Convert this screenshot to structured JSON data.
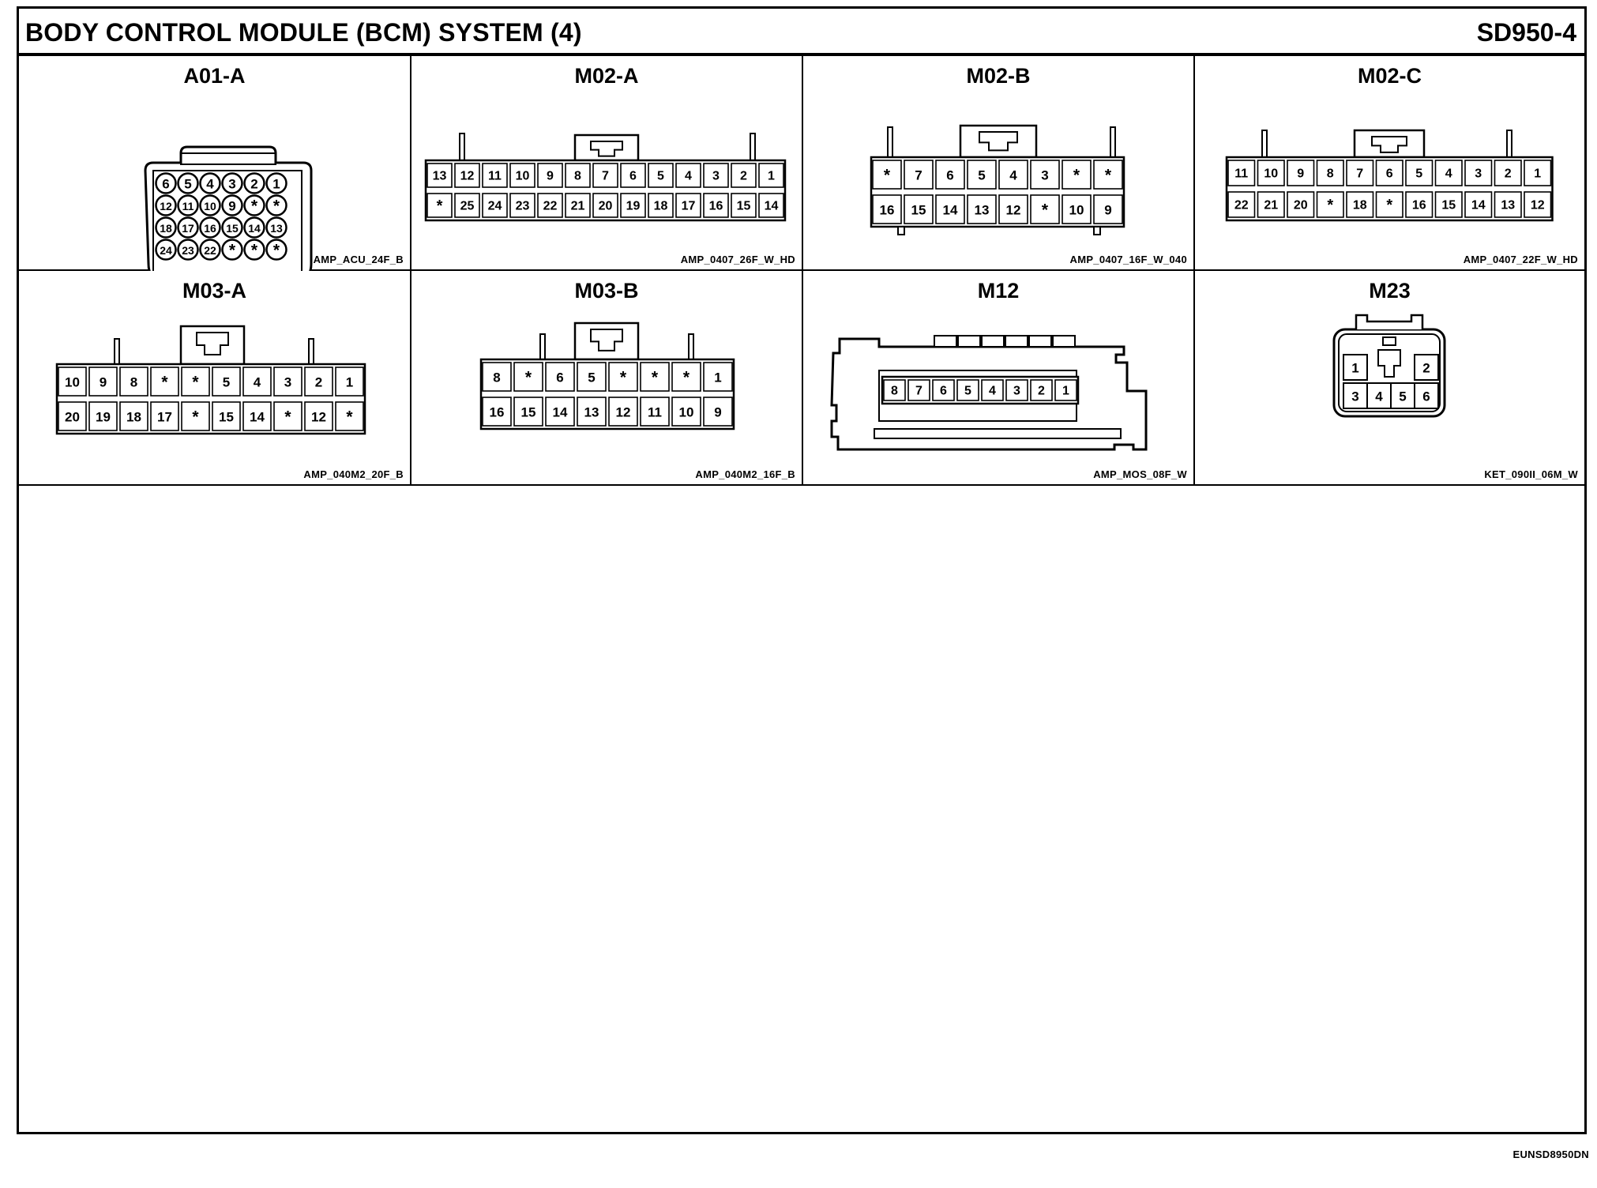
{
  "header": {
    "title": "BODY CONTROL MODULE (BCM) SYSTEM (4)",
    "code": "SD950-4"
  },
  "connectors": [
    {
      "id": "A01-A",
      "part": "AMP_ACU_24F_B",
      "style": "round",
      "rows": [
        [
          "6",
          "5",
          "4",
          "3",
          "2",
          "1"
        ],
        [
          "12",
          "11",
          "10",
          "9",
          "*",
          "*"
        ],
        [
          "18",
          "17",
          "16",
          "15",
          "14",
          "13"
        ],
        [
          "24",
          "23",
          "22",
          "*",
          "*",
          "*"
        ]
      ]
    },
    {
      "id": "M02-A",
      "part": "AMP_0407_26F_W_HD",
      "style": "grid",
      "rows": [
        [
          "13",
          "12",
          "11",
          "10",
          "9",
          "8",
          "7",
          "6",
          "5",
          "4",
          "3",
          "2",
          "1"
        ],
        [
          "*",
          "25",
          "24",
          "23",
          "22",
          "21",
          "20",
          "19",
          "18",
          "17",
          "16",
          "15",
          "14"
        ]
      ]
    },
    {
      "id": "M02-B",
      "part": "AMP_0407_16F_W_040",
      "style": "grid",
      "rows": [
        [
          "*",
          "7",
          "6",
          "5",
          "4",
          "3",
          "*",
          "*"
        ],
        [
          "16",
          "15",
          "14",
          "13",
          "12",
          "*",
          "10",
          "9"
        ]
      ]
    },
    {
      "id": "M02-C",
      "part": "AMP_0407_22F_W_HD",
      "style": "grid",
      "rows": [
        [
          "11",
          "10",
          "9",
          "8",
          "7",
          "6",
          "5",
          "4",
          "3",
          "2",
          "1"
        ],
        [
          "22",
          "21",
          "20",
          "*",
          "18",
          "*",
          "16",
          "15",
          "14",
          "13",
          "12"
        ]
      ]
    },
    {
      "id": "M03-A",
      "part": "AMP_040M2_20F_B",
      "style": "grid",
      "rows": [
        [
          "10",
          "9",
          "8",
          "*",
          "*",
          "5",
          "4",
          "3",
          "2",
          "1"
        ],
        [
          "20",
          "19",
          "18",
          "17",
          "*",
          "15",
          "14",
          "*",
          "12",
          "*"
        ]
      ]
    },
    {
      "id": "M03-B",
      "part": "AMP_040M2_16F_B",
      "style": "grid",
      "rows": [
        [
          "8",
          "*",
          "6",
          "5",
          "*",
          "*",
          "*",
          "1"
        ],
        [
          "16",
          "15",
          "14",
          "13",
          "12",
          "11",
          "10",
          "9"
        ]
      ]
    },
    {
      "id": "M12",
      "part": "AMP_MOS_08F_W",
      "style": "mos",
      "rows": [
        [
          "8",
          "7",
          "6",
          "5",
          "4",
          "3",
          "2",
          "1"
        ]
      ]
    },
    {
      "id": "M23",
      "part": "KET_090II_06M_W",
      "style": "ket",
      "rows": [
        [
          "1",
          "2"
        ],
        [
          "3",
          "4",
          "5",
          "6"
        ]
      ]
    }
  ],
  "footer": {
    "doc_id": "EUNSD8950DN"
  }
}
